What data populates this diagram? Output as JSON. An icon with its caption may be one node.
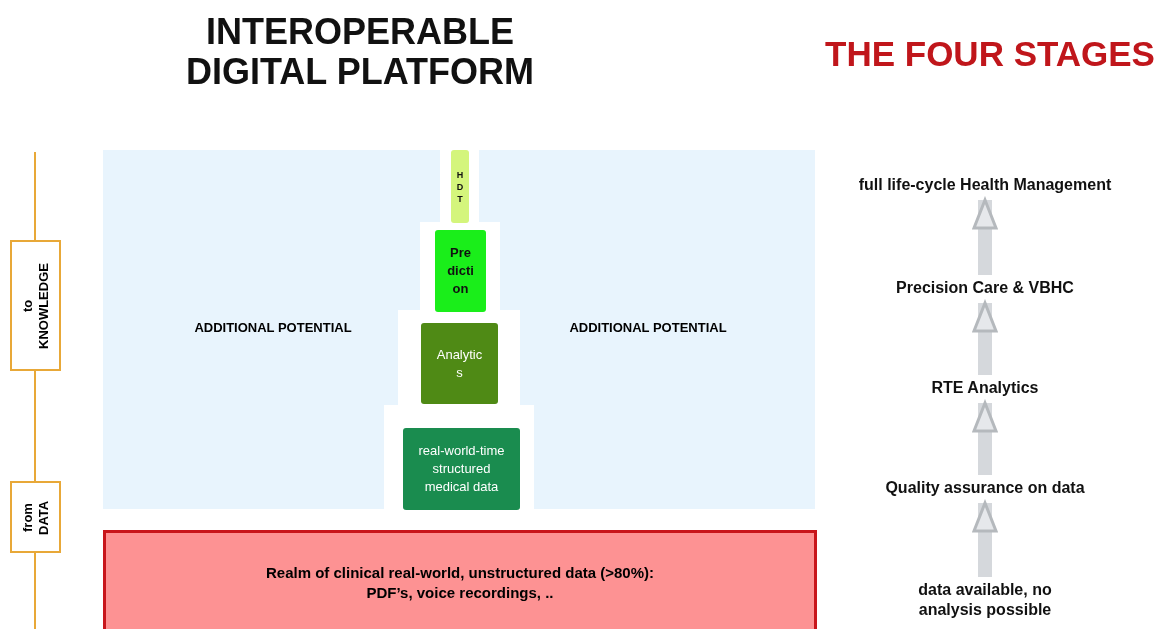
{
  "diagram": {
    "title": "INTEROPERABLE DIGITAL PLATFORM",
    "nodes": [
      {
        "text": [
          "to KNOWLEDGE"
        ]
      },
      {
        "text": [
          "from DATA"
        ]
      },
      {
        "text": [
          "ADDITIONAL POTENTIAL",
          "ADDITIONAL POTENTIAL"
        ]
      },
      {
        "text": [
          "HDT"
        ],
        "in": 2
      },
      {
        "text": [
          "Prediction"
        ],
        "in": 2
      },
      {
        "text": [
          "Analytics"
        ],
        "in": 2
      },
      {
        "text": [
          "real-world-time structured medical data"
        ],
        "in": 2
      },
      {
        "text": [
          "Realm of clinical real-world, unstructured data (>80%): PDF’s, voice recordings, .."
        ]
      },
      {
        "text": [
          "data available, no analysis possible"
        ]
      },
      {
        "text": [
          "Quality assurance on data"
        ]
      },
      {
        "text": [
          "RTE Analytics"
        ]
      },
      {
        "text": [
          "Precision Care & VBHC"
        ]
      },
      {
        "text": [
          "full life-cycle Health Management"
        ]
      }
    ],
    "edges": [
      {
        "from": null,
        "to": 0,
        "arrow": "none",
        "color": "#e8a838"
      },
      {
        "from": 0,
        "to": 1,
        "arrow": "none",
        "color": "#e8a838"
      },
      {
        "from": 1,
        "to": null,
        "arrow": "none",
        "color": "#e8a838"
      },
      {
        "from": 8,
        "to": 9,
        "arrow": "to"
      },
      {
        "from": 9,
        "to": 10,
        "arrow": "to"
      },
      {
        "from": 10,
        "to": 11,
        "arrow": "to"
      },
      {
        "from": 11,
        "to": 12,
        "arrow": "to"
      }
    ],
    "labels": [
      "THE FOUR STAGES"
    ]
  }
}
